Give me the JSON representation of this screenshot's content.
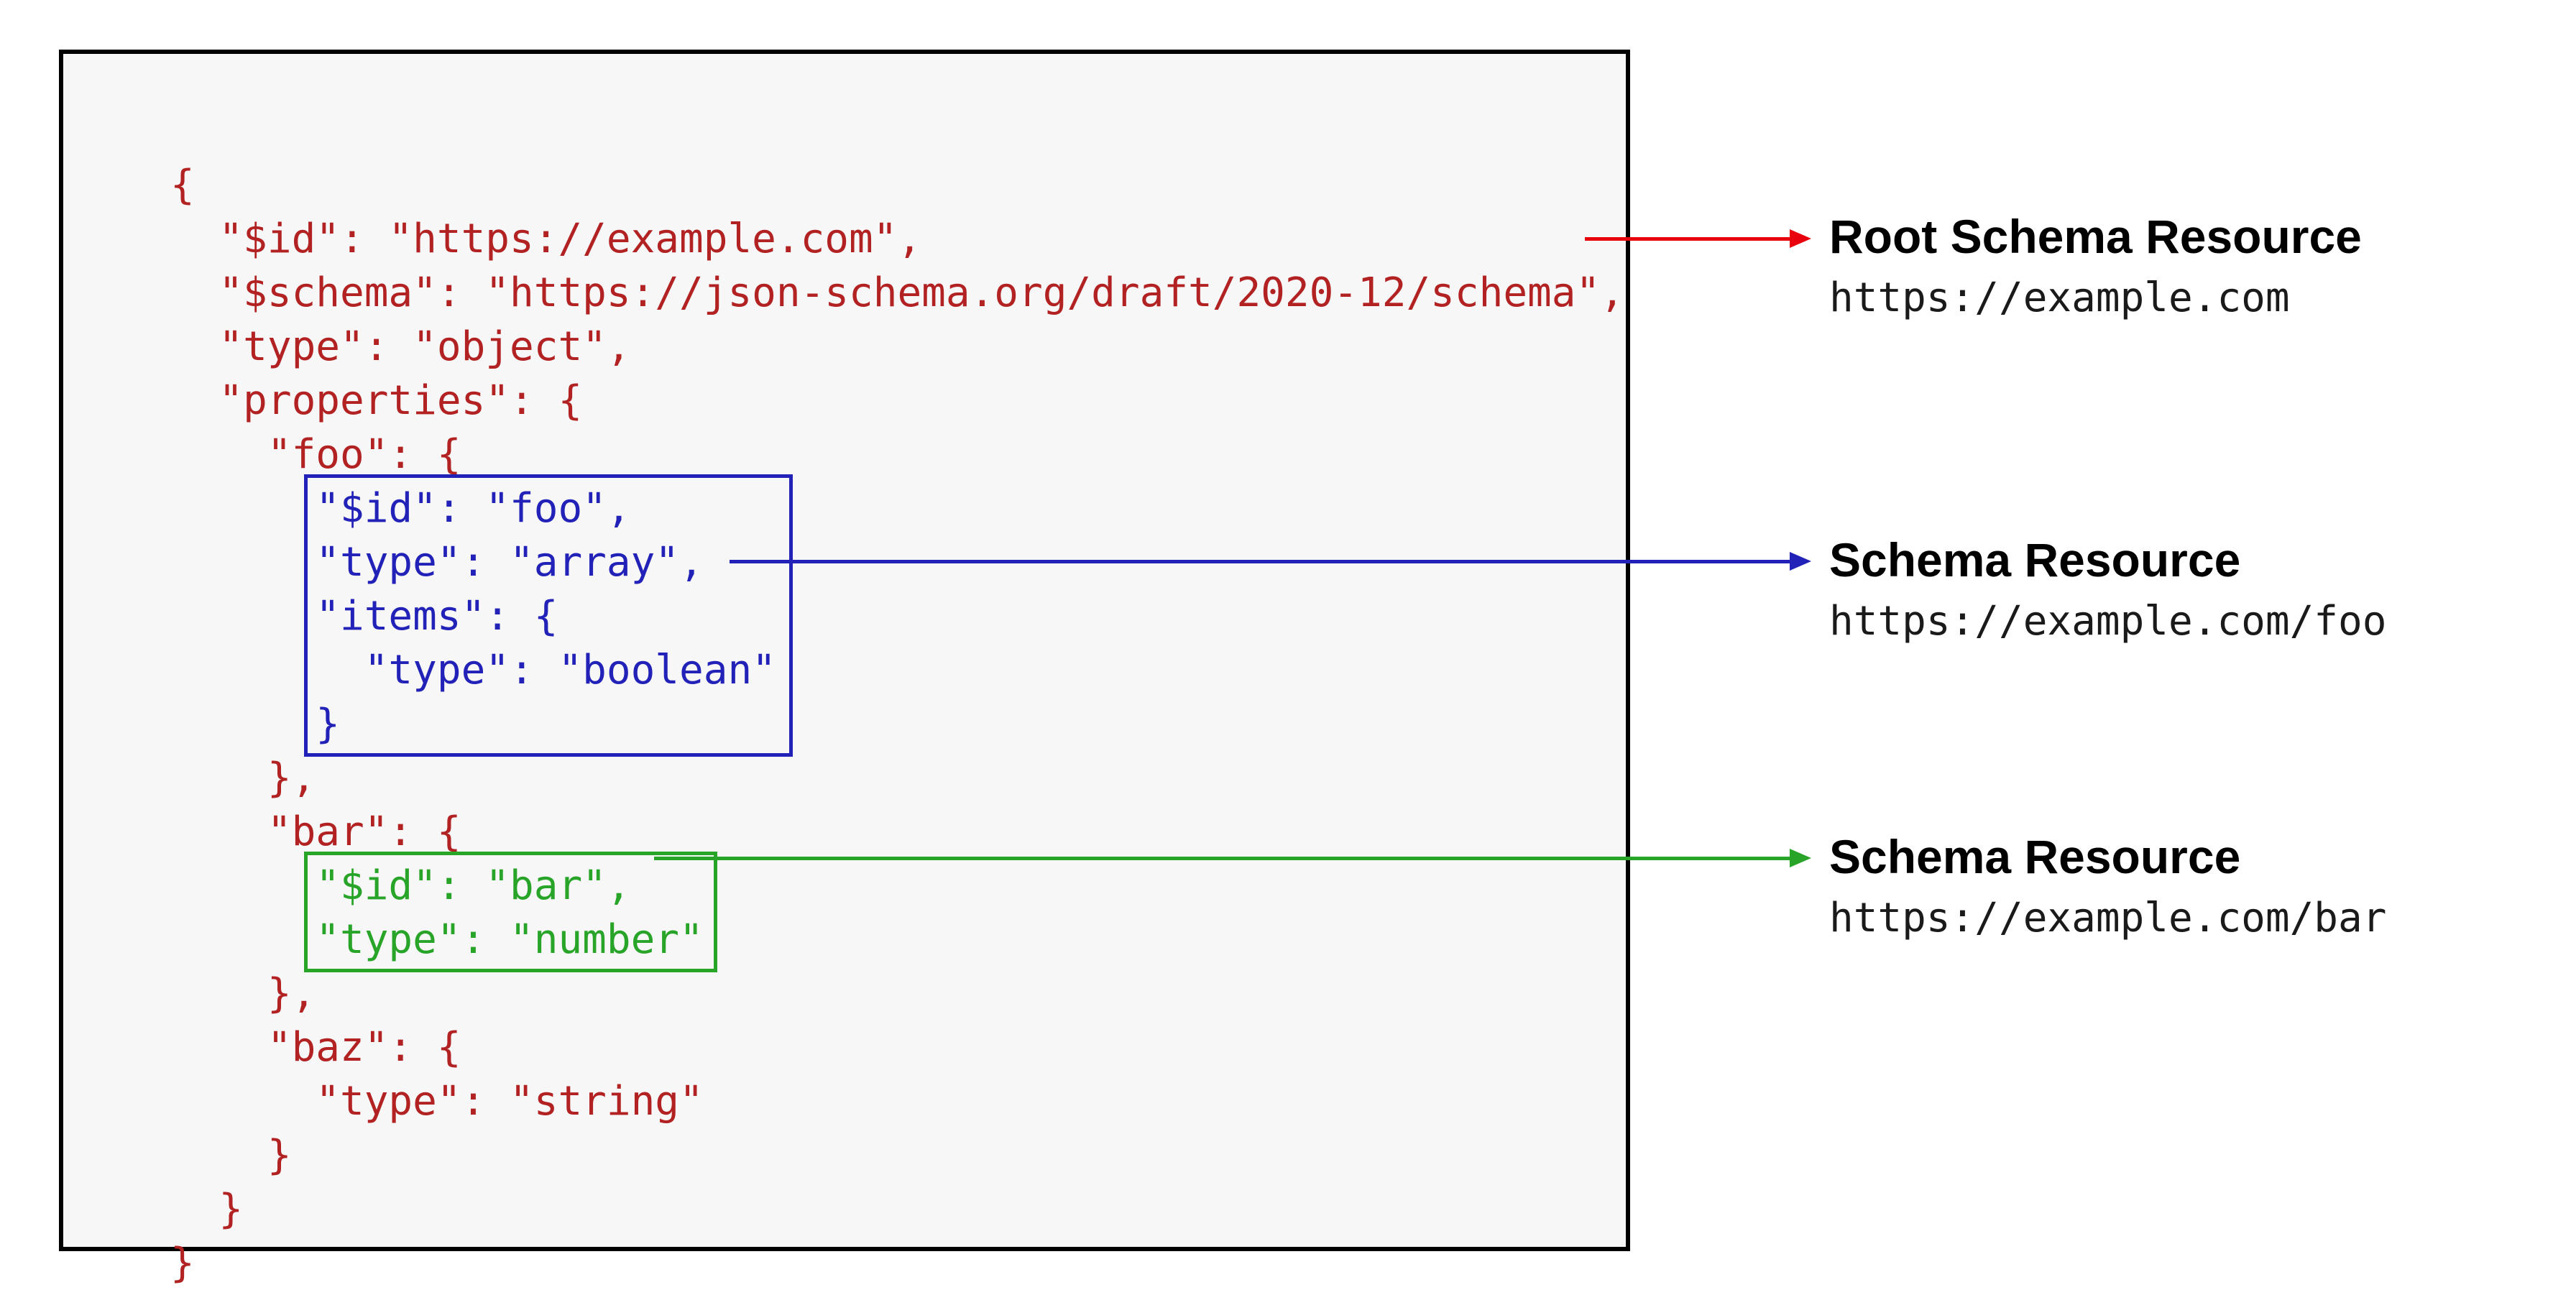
{
  "colors": {
    "code_red": "#B22222",
    "blue": "#2222B8",
    "green": "#28A428",
    "arrow_red": "#E8000D",
    "box_bg": "#F7F7F7",
    "box_border": "#000000",
    "label_color": "#000000",
    "url_color": "#1A1A1A"
  },
  "code": {
    "lines": [
      {
        "text": "{",
        "color": "red"
      },
      {
        "text": "  \"$id\": \"https://example.com\",",
        "color": "red"
      },
      {
        "text": "  \"$schema\": \"https://json-schema.org/draft/2020-12/schema\",",
        "color": "red"
      },
      {
        "text": "  \"type\": \"object\",",
        "color": "red"
      },
      {
        "text": "  \"properties\": {",
        "color": "red"
      },
      {
        "text": "    \"foo\": {",
        "color": "red"
      },
      {
        "text": "      \"$id\": \"foo\",",
        "color": "blue"
      },
      {
        "text": "      \"type\": \"array\",",
        "color": "blue"
      },
      {
        "text": "      \"items\": {",
        "color": "blue"
      },
      {
        "text": "        \"type\": \"boolean\"",
        "color": "blue"
      },
      {
        "text": "      }",
        "color": "blue"
      },
      {
        "text": "    },",
        "color": "red"
      },
      {
        "text": "    \"bar\": {",
        "color": "red"
      },
      {
        "text": "      \"$id\": \"bar\",",
        "color": "green"
      },
      {
        "text": "      \"type\": \"number\"",
        "color": "green"
      },
      {
        "text": "    },",
        "color": "red"
      },
      {
        "text": "    \"baz\": {",
        "color": "red"
      },
      {
        "text": "      \"type\": \"string\"",
        "color": "red"
      },
      {
        "text": "    }",
        "color": "red"
      },
      {
        "text": "  }",
        "color": "red"
      },
      {
        "text": "}",
        "color": "red"
      }
    ]
  },
  "annotations": [
    {
      "title": "Root Schema Resource",
      "url": "https://example.com"
    },
    {
      "title": "Schema Resource",
      "url": "https://example.com/foo"
    },
    {
      "title": "Schema Resource",
      "url": "https://example.com/bar"
    }
  ]
}
